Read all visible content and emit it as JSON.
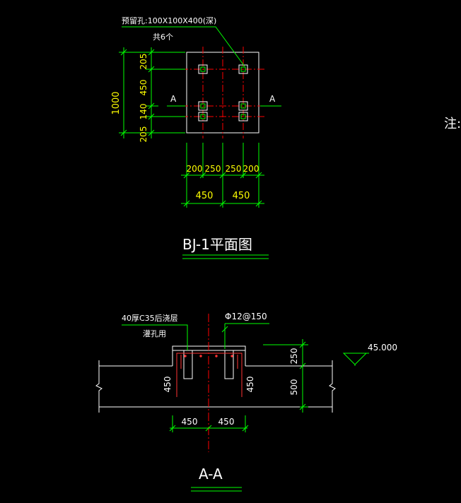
{
  "colors": {
    "background": "#000000",
    "outline": "#ffffff",
    "dimension": "#00ff00",
    "axis": "#ff0000",
    "rebar": "#ff3333",
    "hole": "#ffff00",
    "dim_text": "#ffff00",
    "label_text": "#ffffff",
    "leader": "#00ff00"
  },
  "plan": {
    "hole_note_line1": "预留孔:100X100X400(深)",
    "hole_note_line2": "共6个",
    "height_total": "1000",
    "v_dims": [
      "205",
      "450",
      "140",
      "205"
    ],
    "h_dims_inner": [
      "200",
      "250",
      "250",
      "200"
    ],
    "h_dims_outer": [
      "450",
      "450"
    ],
    "section_mark_left": "A",
    "section_mark_right": "A",
    "title": "BJ-1平面图"
  },
  "section": {
    "layer_note_line1": "40厚C35后浇层",
    "layer_note_line2": "灌孔用",
    "rebar_note": "Φ12@150",
    "elevation": "45.000",
    "depth_left": "450",
    "depth_right": "450",
    "v_dims": [
      "250",
      "500"
    ],
    "h_dims": [
      "450",
      "450"
    ],
    "title": "A-A"
  },
  "side_note": "注:"
}
